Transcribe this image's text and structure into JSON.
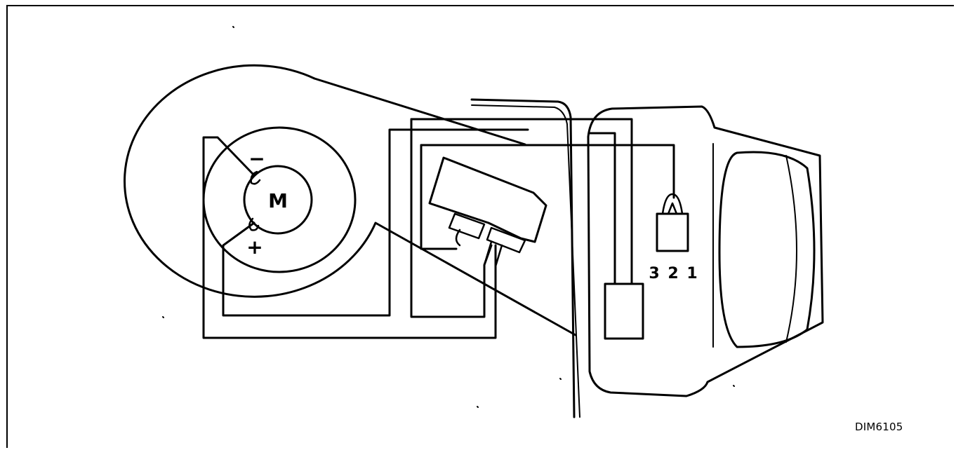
{
  "diagram": {
    "motor_label": "M",
    "minus_label": "−",
    "plus_label": "+",
    "pin_labels": [
      "3",
      "2",
      "1"
    ],
    "reference_code": "DIM6105"
  },
  "colors": {
    "stroke": "#000000",
    "background": "#ffffff"
  }
}
